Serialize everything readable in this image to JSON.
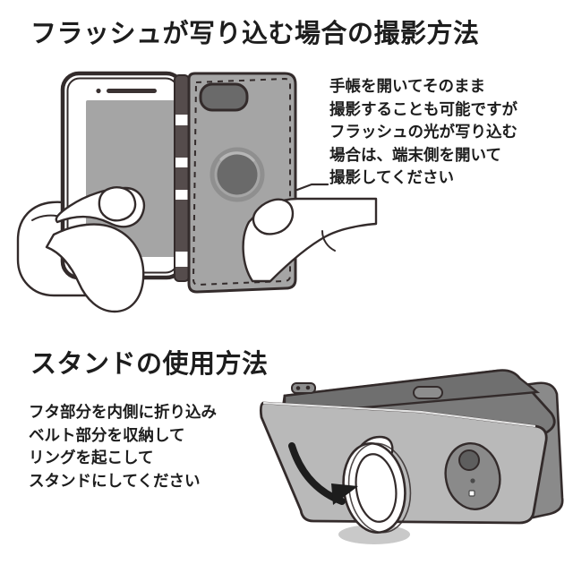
{
  "document": {
    "background_color": "#ffffff",
    "ink_color": "#1d1d1d"
  },
  "sections": [
    {
      "id": "flash-section",
      "title": "フラッシュが写り込む場合の撮影方法",
      "note_lines": [
        "手帳を開いてそのまま",
        "撮影することも可能ですが",
        "フラッシュの光が写り込む",
        "場合は、端末側を開いて",
        "撮影してください"
      ],
      "illustration": {
        "name": "phone-with-open-flip-cover-held-in-hands",
        "parts": [
          "smartphone-front",
          "phone-screen",
          "earpiece-speaker",
          "front-camera",
          "home-button",
          "flip-cover-back-panel",
          "cover-camera-cutout",
          "cover-finger-ring",
          "cover-stitching",
          "left-hand-thumb",
          "right-hand-thumb",
          "leader-line"
        ]
      }
    },
    {
      "id": "stand-section",
      "title": "スタンドの使用方法",
      "note_lines": [
        "フタ部分を内側に折り込み",
        "ベルト部分を収納して",
        "リングを起こして",
        "スタンドにしてください"
      ],
      "illustration": {
        "name": "phone-standing-on-ring-stand",
        "parts": [
          "folded-cover-flap",
          "cover-tabs",
          "phone-back-panel",
          "rear-camera-bump",
          "camera-lens",
          "camera-flash",
          "microphone-hole",
          "ring-stand",
          "ring-shadow",
          "rotation-arrow"
        ]
      }
    }
  ],
  "palette": {
    "outline": "#332b2b",
    "device_gray": "#a5a5a5",
    "device_gray_light": "#b9b9b9",
    "device_gray_dark": "#6f6f6f",
    "frame_dark": "#3a3232",
    "ring_gray": "#5e5e5e",
    "shadow_gray": "#c9c9c9",
    "white": "#ffffff"
  }
}
